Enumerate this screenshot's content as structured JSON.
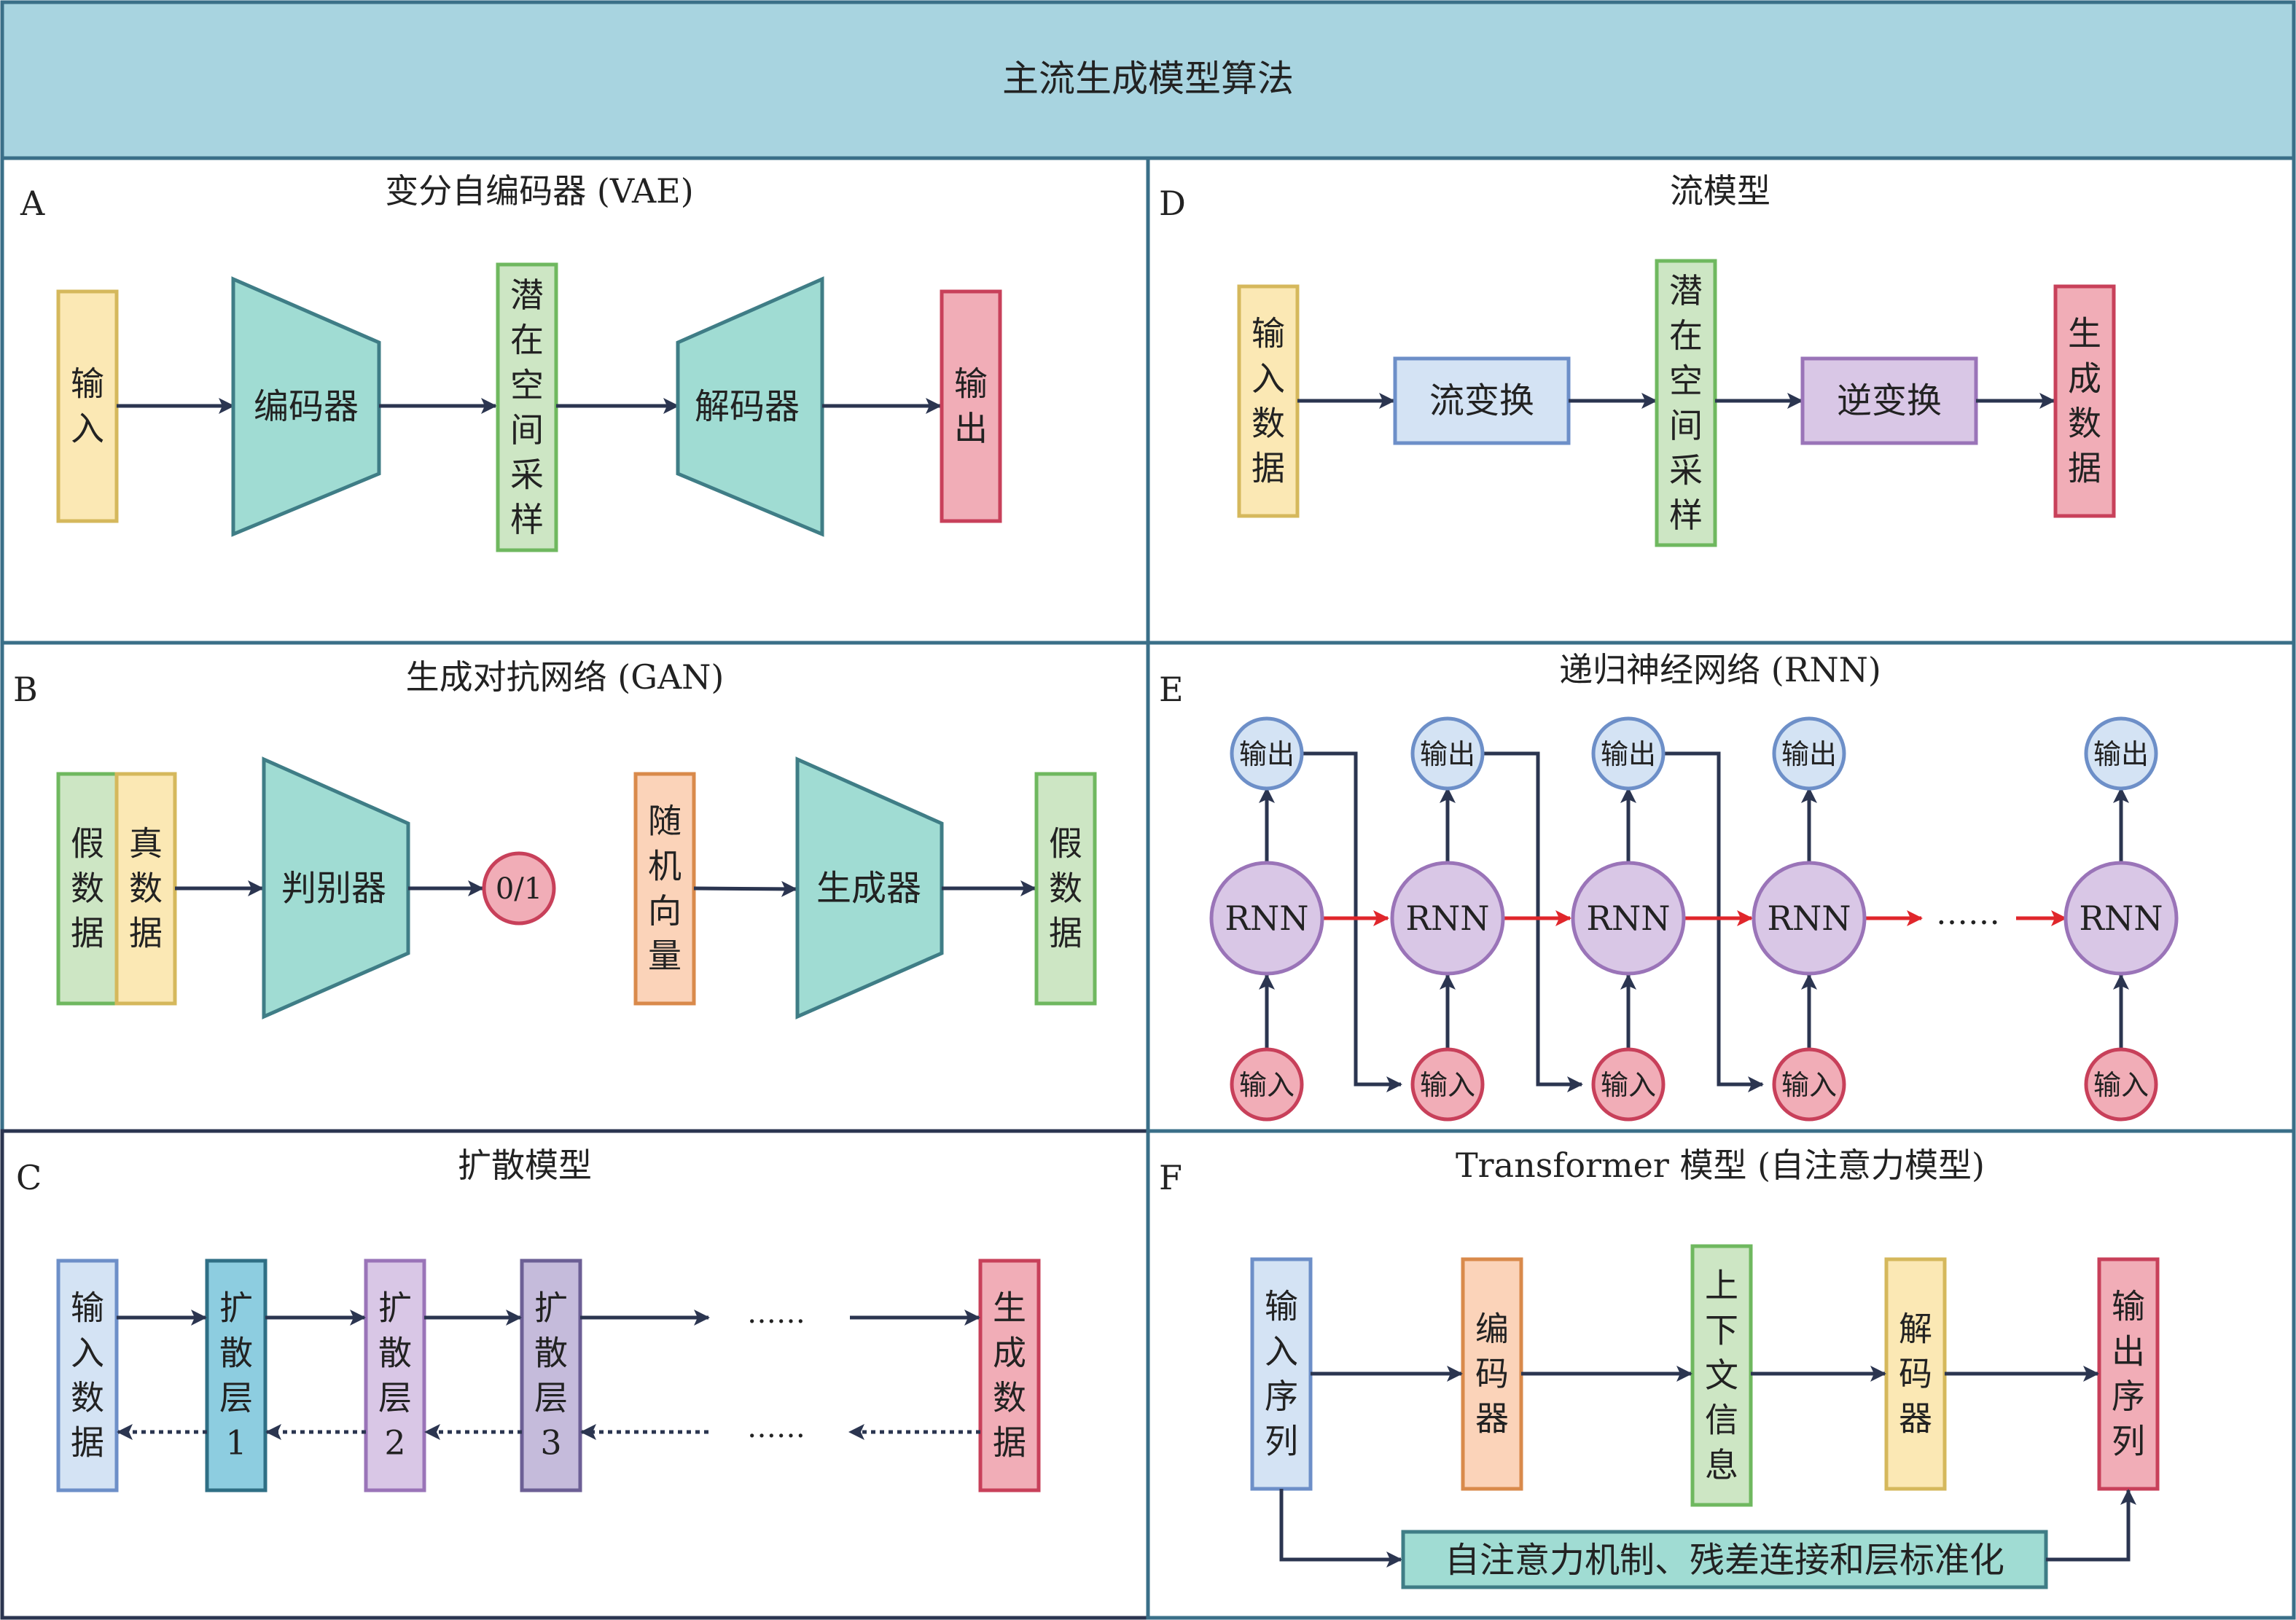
{
  "title": "主流生成模型算法",
  "colors": {
    "frame": "#3a6f88",
    "header_bg": "#a8d4e0",
    "arrow": "#2b3550",
    "red_arrow": "#e0262b",
    "yellow_fill": "#fbe8b4",
    "yellow_stroke": "#d5b85c",
    "teal_fill": "#a0dcd3",
    "teal_stroke": "#3f7d86",
    "green_fill": "#cde6c4",
    "green_stroke": "#6fb85f",
    "pink_fill": "#f1adb7",
    "pink_stroke": "#c8405a",
    "blue_fill": "#d4e3f4",
    "blue_stroke": "#6d8fc8",
    "purple_fill": "#d9c7e6",
    "purple_stroke": "#9a74b8",
    "orange_fill": "#fbd3b9",
    "orange_stroke": "#d98a4b",
    "cyan_fill": "#8dcde0",
    "cyan_stroke": "#2f6f85",
    "lavender_fill": "#c5bbdb",
    "lavender_stroke": "#6c5f95"
  },
  "panelA": {
    "letter": "A",
    "title": "变分自编码器 (VAE)",
    "input": "输入",
    "encoder": "编码器",
    "latent": "潜在空间采样",
    "decoder": "解码器",
    "output": "输出"
  },
  "panelB": {
    "letter": "B",
    "title": "生成对抗网络 (GAN)",
    "fake_data": "假数据",
    "real_data": "真数据",
    "discriminator": "判别器",
    "result": "0/1",
    "random_vector": "随机向量",
    "generator": "生成器",
    "fake_out": "假数据"
  },
  "panelC": {
    "letter": "C",
    "title": "扩散模型",
    "input": "输入数据",
    "layers": [
      "扩散层1",
      "扩散层2",
      "扩散层3"
    ],
    "dots": "……",
    "output": "生成数据"
  },
  "panelD": {
    "letter": "D",
    "title": "流模型",
    "input": "输入数据",
    "flow": "流变换",
    "latent": "潜在空间采样",
    "inverse": "逆变换",
    "output": "生成数据"
  },
  "panelE": {
    "letter": "E",
    "title": "递归神经网络 (RNN)",
    "node": "RNN",
    "output": "输出",
    "input": "输入",
    "dots": "……"
  },
  "panelF": {
    "letter": "F",
    "title": "Transformer 模型 (自注意力模型)",
    "input": "输入序列",
    "encoder": "编码器",
    "context": "上下文信息",
    "decoder": "解码器",
    "output": "输出序列",
    "attention": "自注意力机制、残差连接和层标准化"
  }
}
